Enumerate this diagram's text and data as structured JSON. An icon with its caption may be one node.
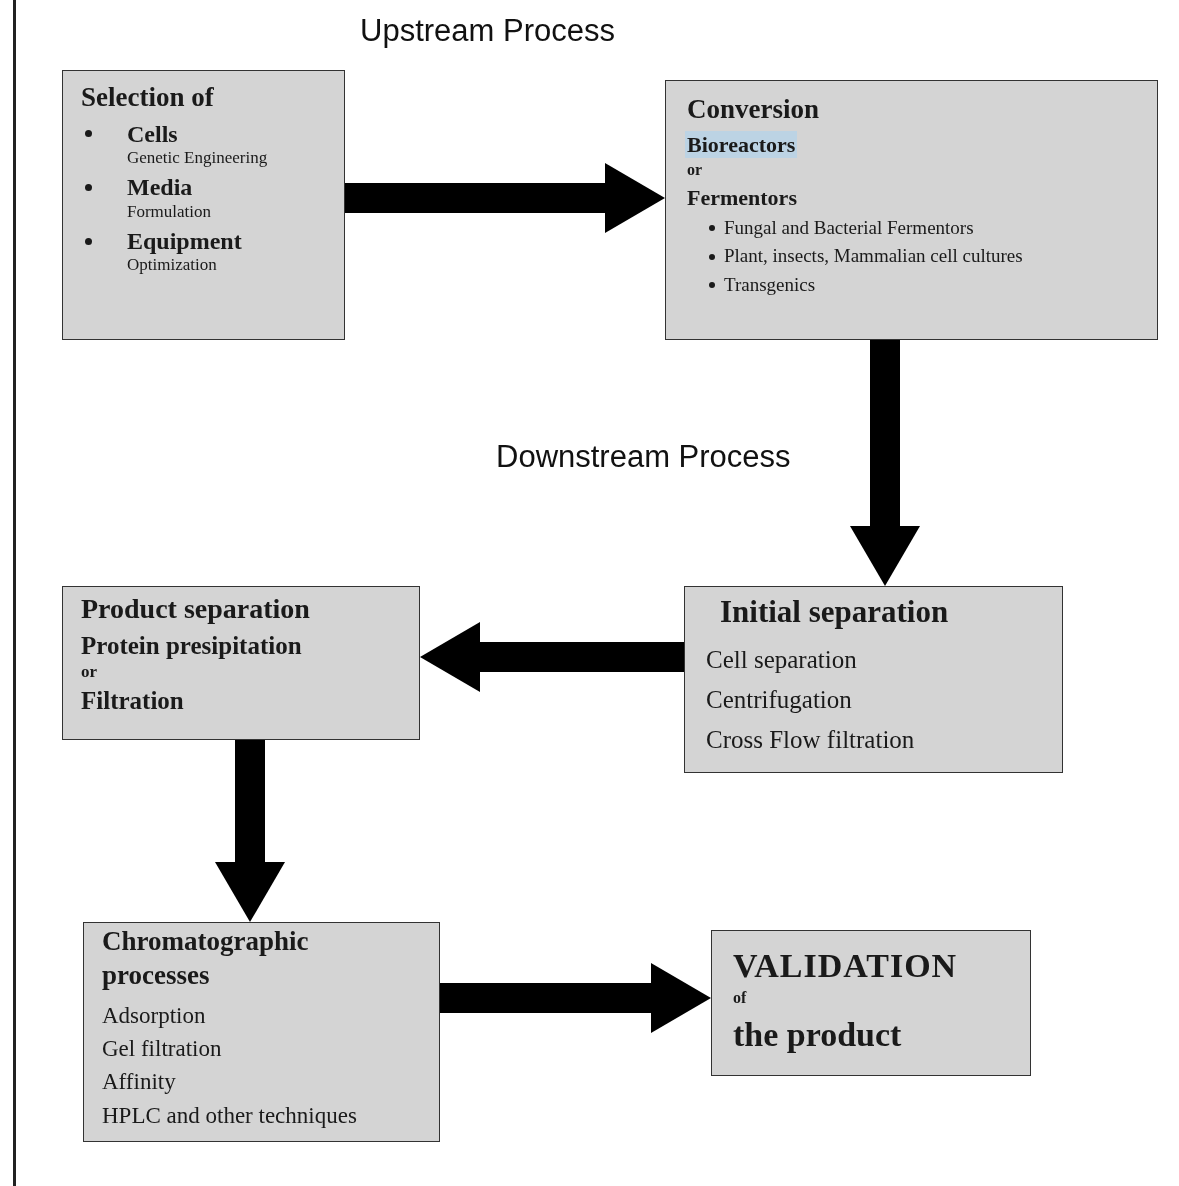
{
  "diagram": {
    "nodes": [
      {
        "text": [
          "Selection of",
          "Cells",
          "Genetic Engineering",
          "Media",
          "Formulation",
          "Equipment",
          "Optimization"
        ]
      },
      {
        "text": [
          "Conversion",
          "Bioreactors",
          "or",
          "Fermentors",
          "Fungal and Bacterial Fermentors",
          "Plant, insects, Mammalian cell cultures",
          "Transgenics"
        ]
      },
      {
        "text": [
          "Initial separation",
          "Cell separation",
          "Centrifugation",
          "Cross Flow filtration"
        ]
      },
      {
        "text": [
          "Product separation",
          "Protein presipitation",
          "or",
          "Filtration"
        ]
      },
      {
        "text": [
          "Chromatographic processes",
          "Adsorption",
          "Gel filtration",
          "Affinity",
          "HPLC and other techniques"
        ]
      },
      {
        "text": [
          "VALIDATION",
          "of",
          "the product"
        ]
      }
    ],
    "edges": [
      {
        "from": 0,
        "to": 1,
        "arrow": "to"
      },
      {
        "from": 1,
        "to": 2,
        "arrow": "to"
      },
      {
        "from": 2,
        "to": 3,
        "arrow": "to"
      },
      {
        "from": 3,
        "to": 4,
        "arrow": "to"
      },
      {
        "from": 4,
        "to": 5,
        "arrow": "to"
      }
    ],
    "labels": [
      "Upstream Process",
      "Downstream Process"
    ]
  }
}
